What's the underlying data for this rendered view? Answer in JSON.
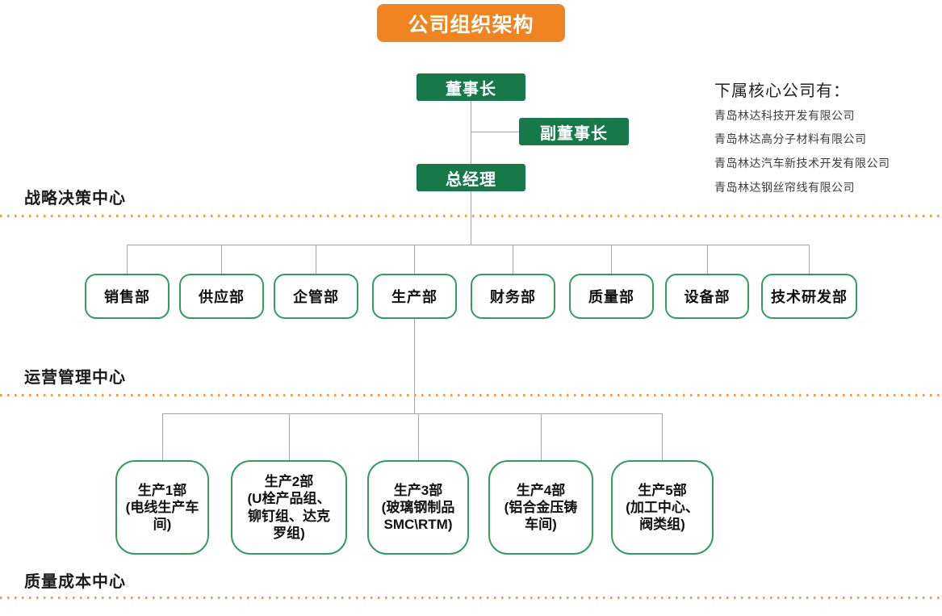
{
  "title": "公司组织架构",
  "colors": {
    "banner_orange": "#F08421",
    "exec_green_fill": "#17794A",
    "box_green_border": "#2F9E5F",
    "connector_gray": "#A6A6A6",
    "dotted_orange": "#F29B4D"
  },
  "executives": {
    "chairman": "董事长",
    "vice_chairman": "副董事长",
    "general_manager": "总经理"
  },
  "subsidiaries": {
    "heading": "下属核心公司有：",
    "items": [
      "青岛林达科技开发有限公司",
      "青岛林达高分子材料有限公司",
      "青岛林达汽车新技术开发有限公司",
      "青岛林达钢丝帘线有限公司"
    ]
  },
  "sections": {
    "strategic": "战略决策中心",
    "operations": "运营管理中心",
    "quality": "质量成本中心"
  },
  "departments": [
    "销售部",
    "供应部",
    "企管部",
    "生产部",
    "财务部",
    "质量部",
    "设备部",
    "技术研发部"
  ],
  "production_units": [
    {
      "title": "生产1部",
      "sub": "(电线生产车间)"
    },
    {
      "title": "生产2部",
      "sub": "(U栓产品组、铆钉组、达克罗组)"
    },
    {
      "title": "生产3部",
      "sub": "(玻璃钢制品SMC\\RTM)"
    },
    {
      "title": "生产4部",
      "sub": "(铝合金压铸车间)"
    },
    {
      "title": "生产5部",
      "sub": "(加工中心、阀类组)"
    }
  ]
}
